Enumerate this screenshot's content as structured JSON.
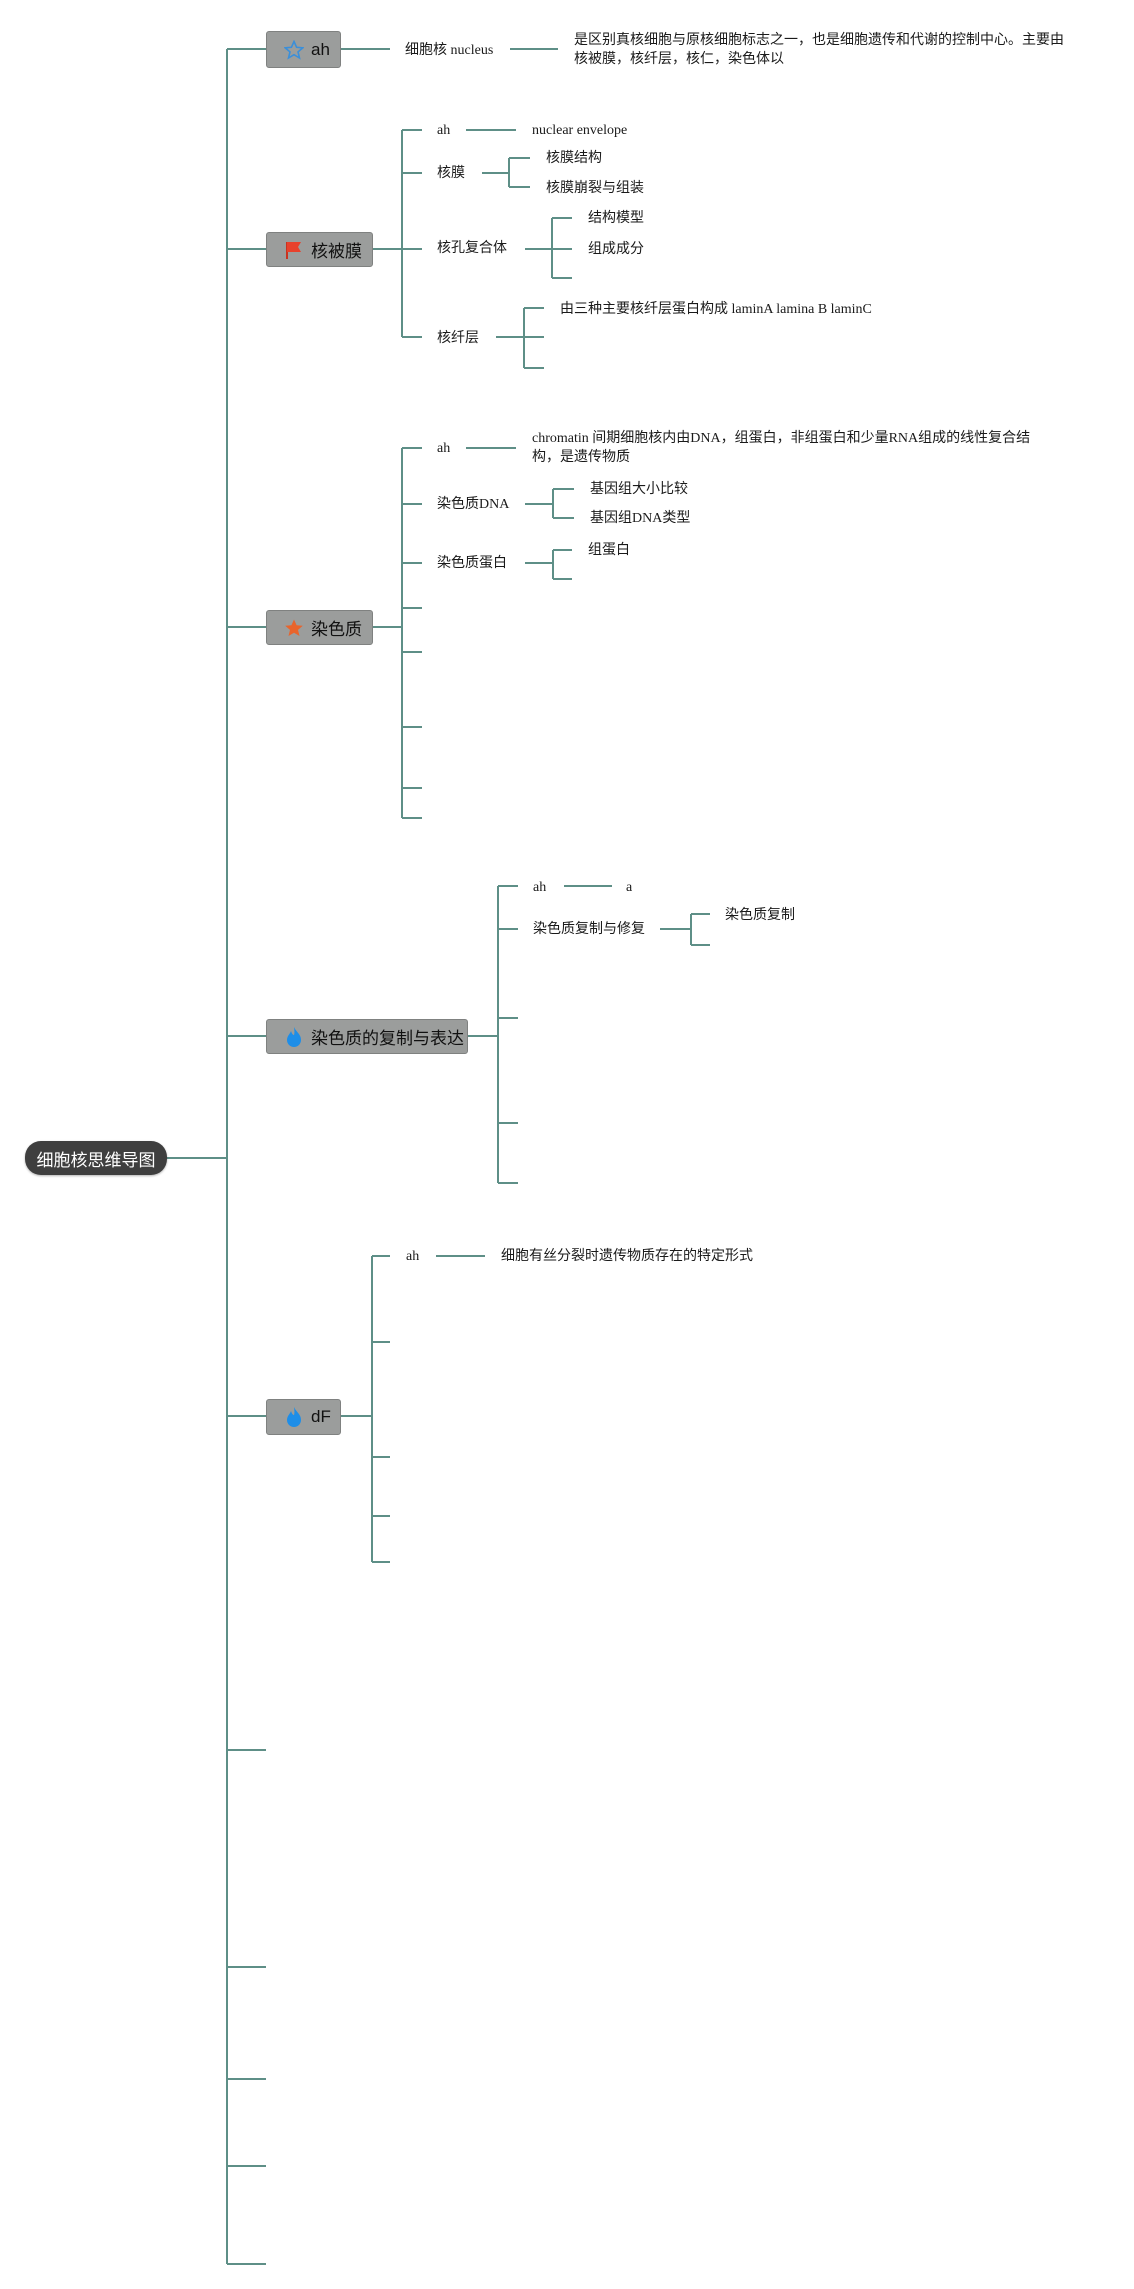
{
  "root": {
    "label": "细胞核思维导图"
  },
  "colors": {
    "line": "#5e8f87",
    "root_bg": "#3f3f3f",
    "topic_bg": "#9b9d9c"
  },
  "topics": [
    {
      "label": "ah",
      "icon": "star-outline-icon",
      "icon_color": "#3b8fd9"
    },
    {
      "label": "核被膜",
      "icon": "flag-icon",
      "icon_color": "#e8412c"
    },
    {
      "label": "染色质",
      "icon": "star-icon",
      "icon_color": "#e8642c"
    },
    {
      "label": "染色质的复制与表达",
      "icon": "flame-icon",
      "icon_color": "#1e8ee8"
    },
    {
      "label": "dF",
      "icon": "flame-icon",
      "icon_color": "#1e8ee8"
    }
  ],
  "t0": {
    "c0": "细胞核 nucleus",
    "c0_desc": "是区别真核细胞与原核细胞标志之一，也是细胞遗传和代谢的控制中心。主要由核被膜，核纤层，核仁，染色体以"
  },
  "t1": {
    "c0": "ah",
    "c0_a": "nuclear envelope",
    "c1": "核膜",
    "c1_a": "核膜结构",
    "c1_b": "核膜崩裂与组装",
    "c2": "核孔复合体",
    "c2_a": "结构模型",
    "c2_b": "组成成分",
    "c3": "核纤层",
    "c3_a": "由三种主要核纤层蛋白构成 laminA lamina B laminC"
  },
  "t2": {
    "c0": "ah",
    "c0_a": "chromatin 间期细胞核内由DNA，组蛋白，非组蛋白和少量RNA组成的线性复合结构，是遗传物质",
    "c1": "染色质DNA",
    "c1_a": "基因组大小比较",
    "c1_b": "基因组DNA类型",
    "c2": "染色质蛋白",
    "c2_a": "组蛋白"
  },
  "t3": {
    "c0": "ah",
    "c0_a": "a",
    "c1": "染色质复制与修复",
    "c1_a": "染色质复制"
  },
  "t4": {
    "c0": "ah",
    "c0_a": "细胞有丝分裂时遗传物质存在的特定形式"
  }
}
